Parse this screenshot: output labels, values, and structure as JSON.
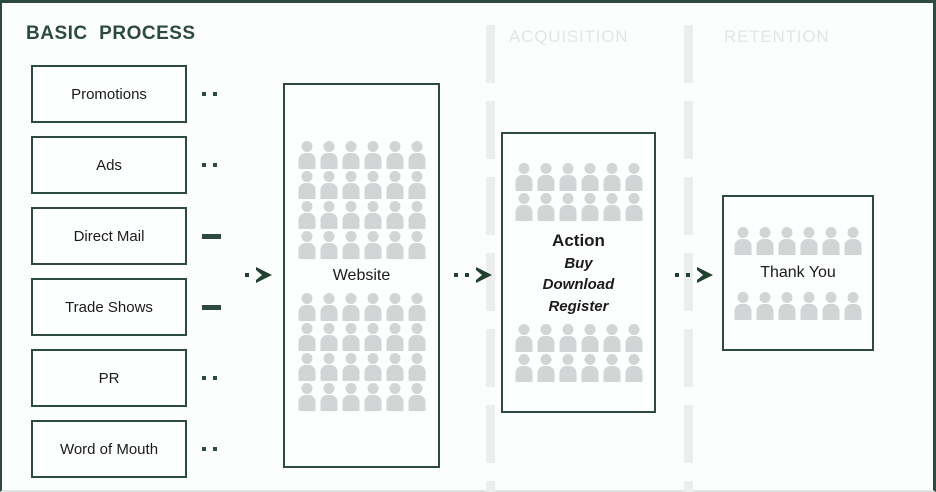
{
  "diagram": {
    "title": "BASIC  PROCESS",
    "accent_color": "#2d4a42",
    "people_icon_color": "#d2d5d6",
    "stage_header_color": "#e2e6e6"
  },
  "stage_headers": [
    {
      "label": "ACQUISITION"
    },
    {
      "label": "RETENTION"
    }
  ],
  "sources": [
    {
      "label": "Promotions",
      "connector": "dots"
    },
    {
      "label": "Ads",
      "connector": "dots"
    },
    {
      "label": "Direct Mail",
      "connector": "dash"
    },
    {
      "label": "Trade Shows",
      "connector": "dash"
    },
    {
      "label": "PR",
      "connector": "dots"
    },
    {
      "label": "Word of Mouth",
      "connector": "dots"
    }
  ],
  "stages": {
    "website": {
      "label": "Website",
      "rows_above": 4,
      "rows_below": 4,
      "per_row": 6
    },
    "action": {
      "title": "Action",
      "items": [
        "Buy",
        "Download",
        "Register"
      ],
      "rows_above": 2,
      "rows_below": 2,
      "per_row": 6
    },
    "thank_you": {
      "label": "Thank You",
      "rows_above": 1,
      "rows_below": 1,
      "per_row": 6
    }
  },
  "arrows": [
    {
      "name": "sources-to-website",
      "dots": 1
    },
    {
      "name": "website-to-action",
      "dots": 2
    },
    {
      "name": "action-to-thankyou",
      "dots": 2
    }
  ]
}
